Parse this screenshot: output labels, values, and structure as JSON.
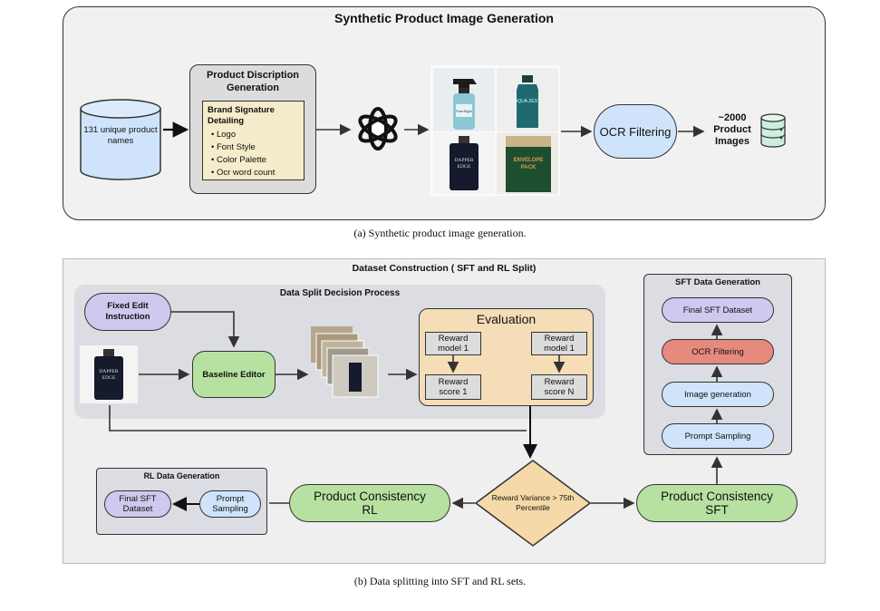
{
  "panel_a": {
    "title": "Synthetic Product Image Generation",
    "source_label": "131 unique product names",
    "desc_box": {
      "title_line1": "Product Discription",
      "title_line2": "Generation",
      "inner_title_line1": "Brand Signature",
      "inner_title_line2": "Detailing",
      "bullets": [
        "• Logo",
        "• Font Style",
        "• Color Palette",
        "• Ocr word count"
      ]
    },
    "images": {
      "spray": {
        "label": "PureSight"
      },
      "bottle": {
        "label": "AQUA ZEST"
      },
      "dapper": {
        "label_line1": "DAPPER",
        "label_line2": "EDGE"
      },
      "envelope": {
        "label_line1": "ENVELOPE",
        "label_line2": "PACK"
      }
    },
    "ocr_label": "OCR Filtering",
    "output_line1": "~2000",
    "output_line2": "Product",
    "output_line3": "Images",
    "caption": "(a) Synthetic product image generation."
  },
  "panel_b": {
    "title": "Dataset Construction ( SFT and RL Split)",
    "split_title": "Data Split Decision Process",
    "fixed_edit_line1": "Fixed Edit",
    "fixed_edit_line2": "Instruction",
    "baseline_label": "Baseline Editor",
    "dapper_line1": "DAPPER",
    "dapper_line2": "EDGE",
    "evaluation": {
      "title": "Evaluation",
      "rm1_line1": "Reward",
      "rm1_line2": "model 1",
      "rmN_line1": "Reward",
      "rmN_line2": "model 1",
      "rs1_line1": "Reward",
      "rs1_line2": "score 1",
      "rsN_line1": "Reward",
      "rsN_line2": "score N"
    },
    "sft_gen": {
      "title": "SFT Data Generation",
      "final": "Final SFT Dataset",
      "ocr": "OCR Filtering",
      "image_gen": "Image generation",
      "prompt": "Prompt Sampling"
    },
    "decision_line1": "Reward Variance > 75th",
    "decision_line2": "Percentile",
    "pc_rl_line1": "Product Consistency",
    "pc_rl_line2": "RL",
    "pc_sft_line1": "Product Consistency",
    "pc_sft_line2": "SFT",
    "rl_gen": {
      "title": "RL Data Generation",
      "final_line1": "Final SFT",
      "final_line2": "Dataset",
      "prompt_line1": "Prompt",
      "prompt_line2": "Sampling"
    },
    "caption": "(b) Data splitting into SFT and RL sets."
  },
  "colors": {
    "green": "#b7e1a1",
    "purple": "#cdc9ef",
    "blue": "#cfe4fb",
    "red": "#e68a7e",
    "evaluation_bg": "#f5deb7",
    "decision_bg": "#f6d9a8"
  },
  "icons": [
    "cylinder-database-icon",
    "openai-logo-icon",
    "database-stack-icon"
  ]
}
